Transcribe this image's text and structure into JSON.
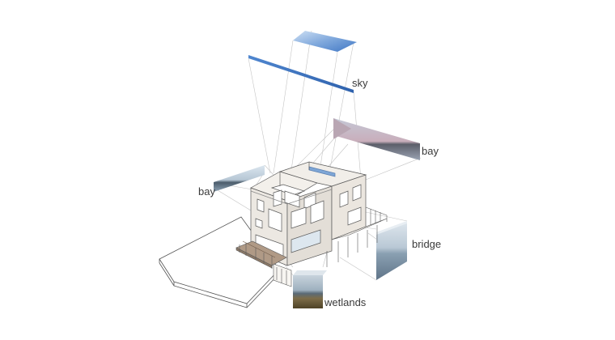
{
  "labels": {
    "sky": "sky",
    "bay_right": "bay",
    "bay_left": "bay",
    "bridge": "bridge",
    "wetlands": "wetlands"
  },
  "colors": {
    "line": "#b8b8b8",
    "drawing": "#555555",
    "wall": "#e9e5df",
    "sky_light": "#a9c7ea",
    "sky_dark": "#3f76c4",
    "water": "#9ab0c4",
    "dusk": "#bfa9b8",
    "marsh": "#6a5a3a"
  }
}
